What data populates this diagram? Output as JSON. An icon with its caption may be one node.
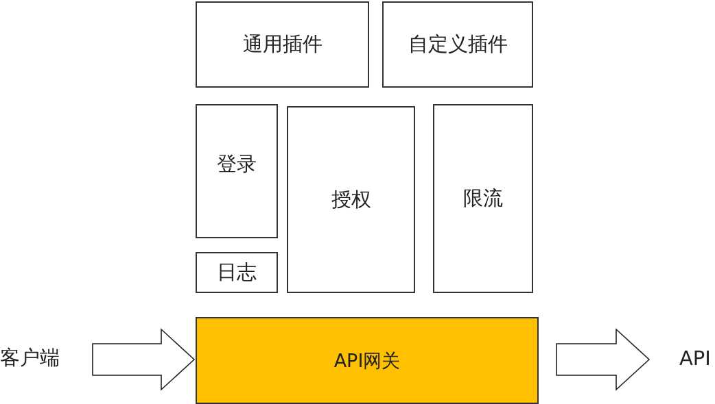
{
  "diagram": {
    "nodes": [
      {
        "text": [
          "通用插件"
        ]
      },
      {
        "text": [
          "自定义插件"
        ]
      },
      {
        "text": [
          "登录"
        ]
      },
      {
        "text": [
          "授权"
        ]
      },
      {
        "text": [
          "限流"
        ]
      },
      {
        "text": [
          "日志"
        ]
      },
      {
        "text": [
          "客户端"
        ]
      },
      {
        "text": [
          "API网关"
        ]
      },
      {
        "text": [
          "API"
        ]
      }
    ],
    "edges": [
      {
        "from": 6,
        "to": 7,
        "arrow": "to"
      },
      {
        "from": 7,
        "to": 8,
        "arrow": "to"
      }
    ]
  }
}
